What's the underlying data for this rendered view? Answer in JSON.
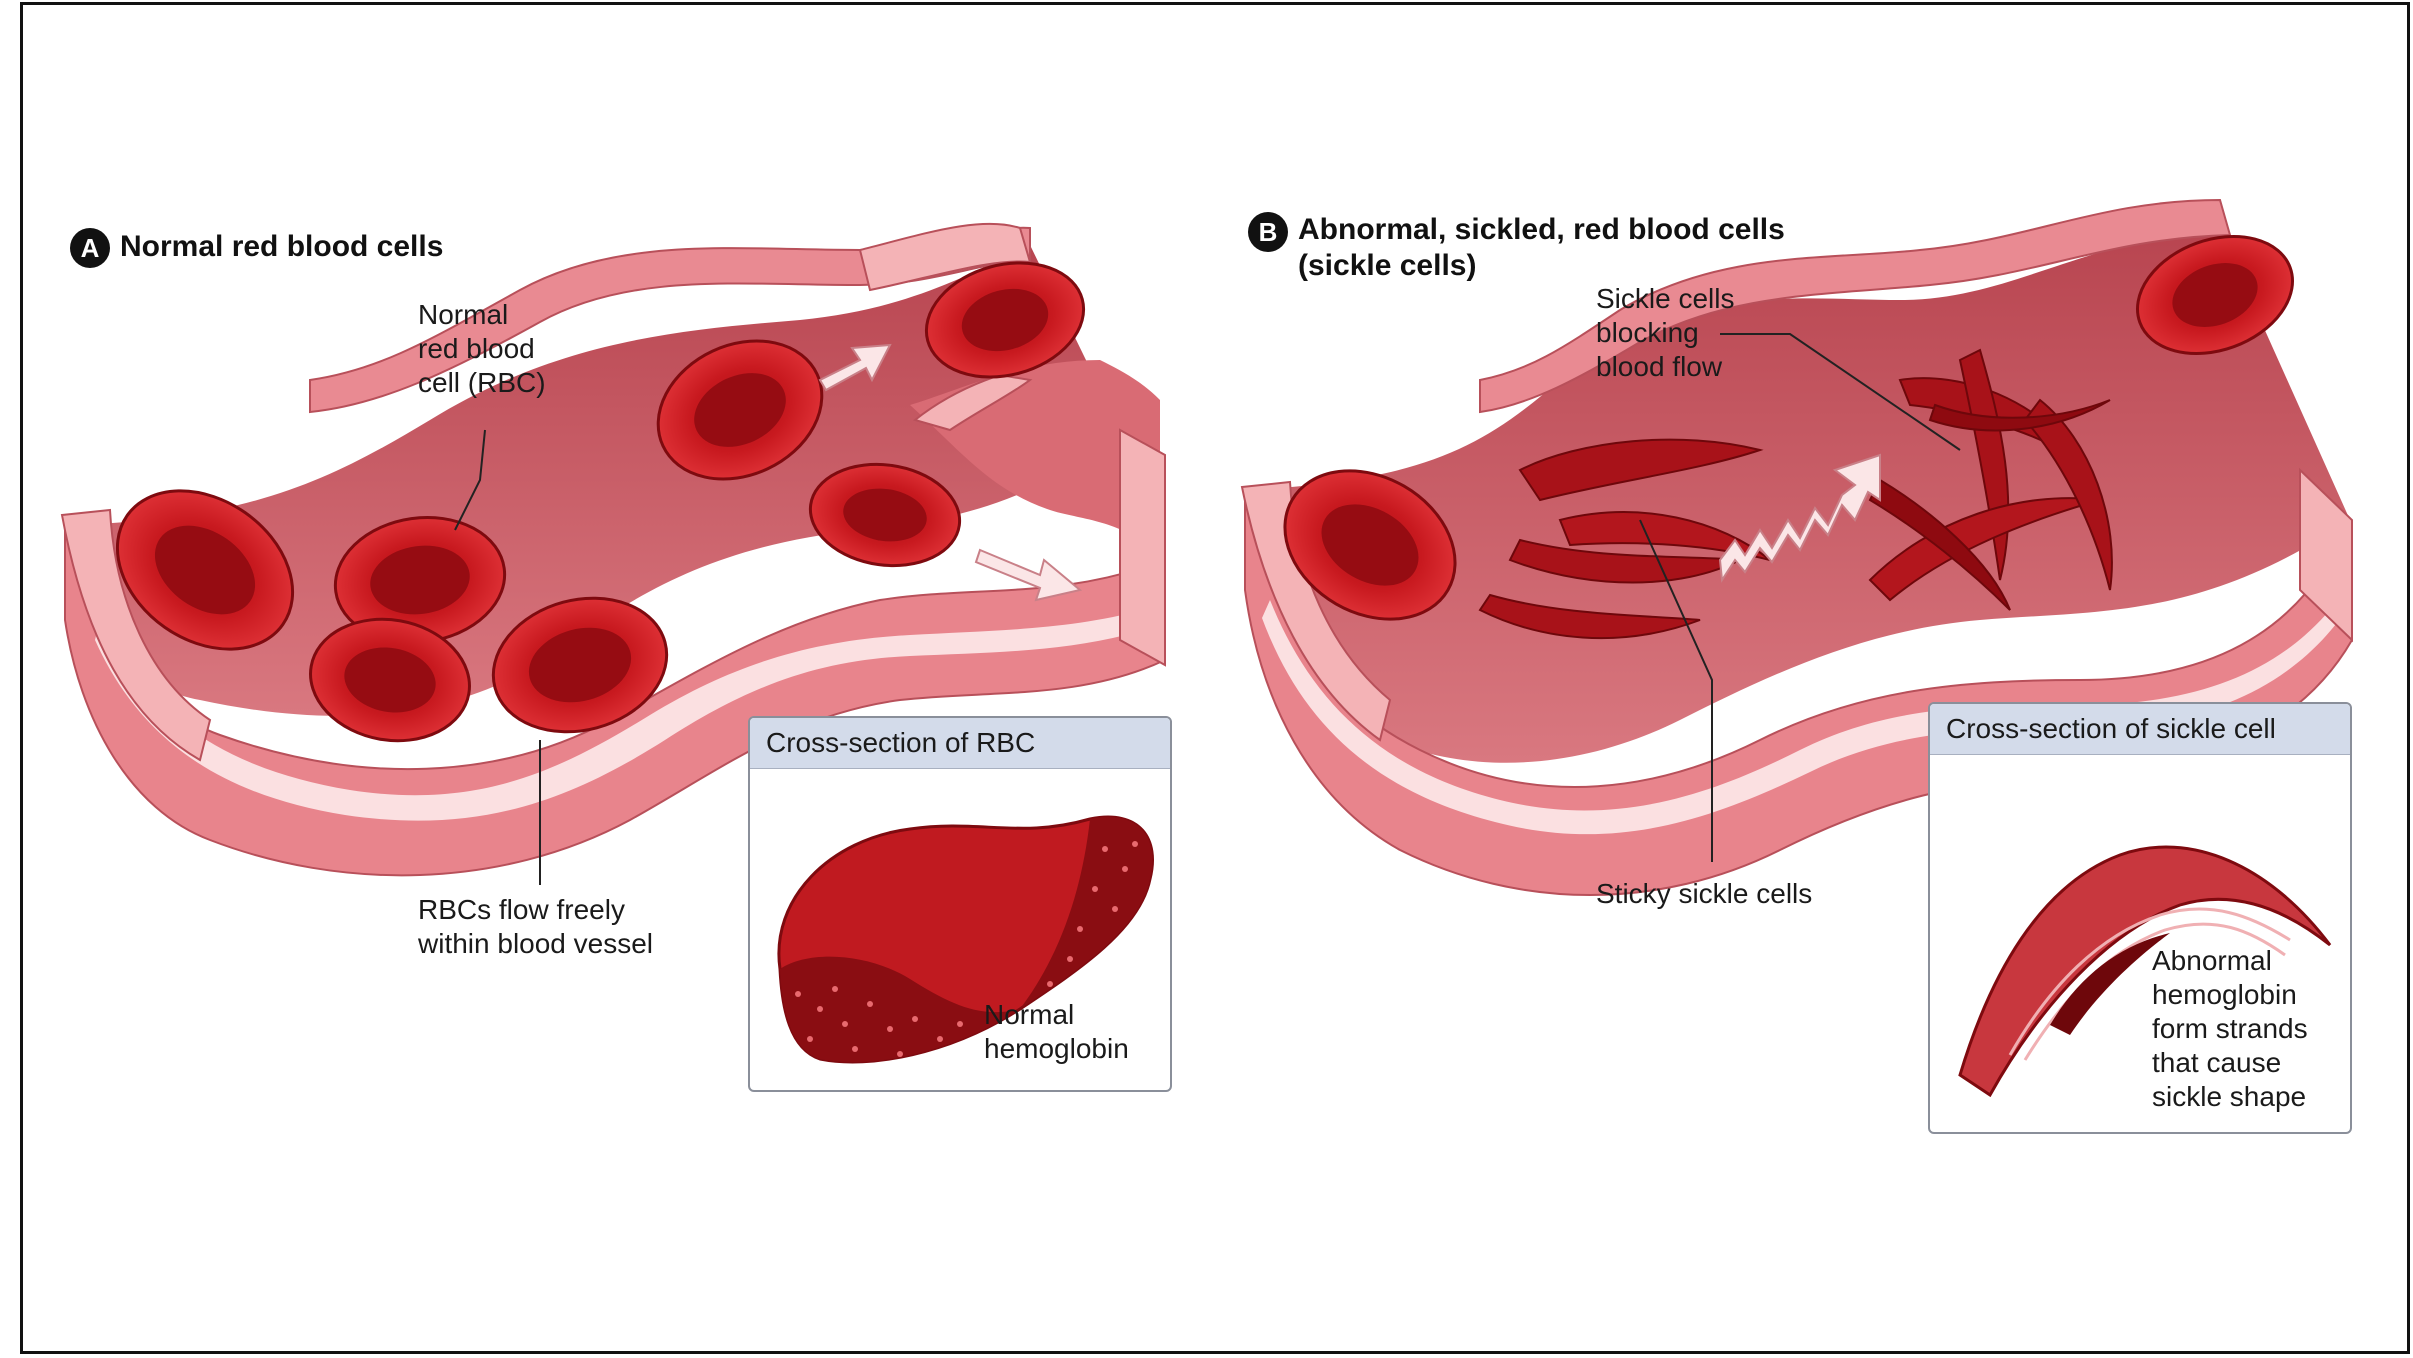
{
  "panel_a": {
    "badge": "A",
    "title": "Normal red blood cells",
    "label_rbc": "Normal\nred blood\ncell (RBC)",
    "label_flow": "RBCs flow freely\nwithin blood vessel",
    "inset_title": "Cross-section of RBC",
    "inset_label": "Normal\nhemoglobin"
  },
  "panel_b": {
    "badge": "B",
    "title": "Abnormal, sickled, red blood cells\n(sickle cells)",
    "label_blocking": "Sickle cells\nblocking\nblood flow",
    "label_sticky": "Sticky sickle cells",
    "inset_title": "Cross-section of sickle cell",
    "inset_label": "Abnormal\nhemoglobin\nform strands\nthat cause\nsickle shape"
  },
  "colors": {
    "vessel_outer": "#e8848c",
    "vessel_inner": "#f4b3b6",
    "lumen": "#c9555f",
    "rbc": "#c0161e",
    "rbc_dark": "#8e0a10",
    "inset_header": "#d3dbea"
  }
}
